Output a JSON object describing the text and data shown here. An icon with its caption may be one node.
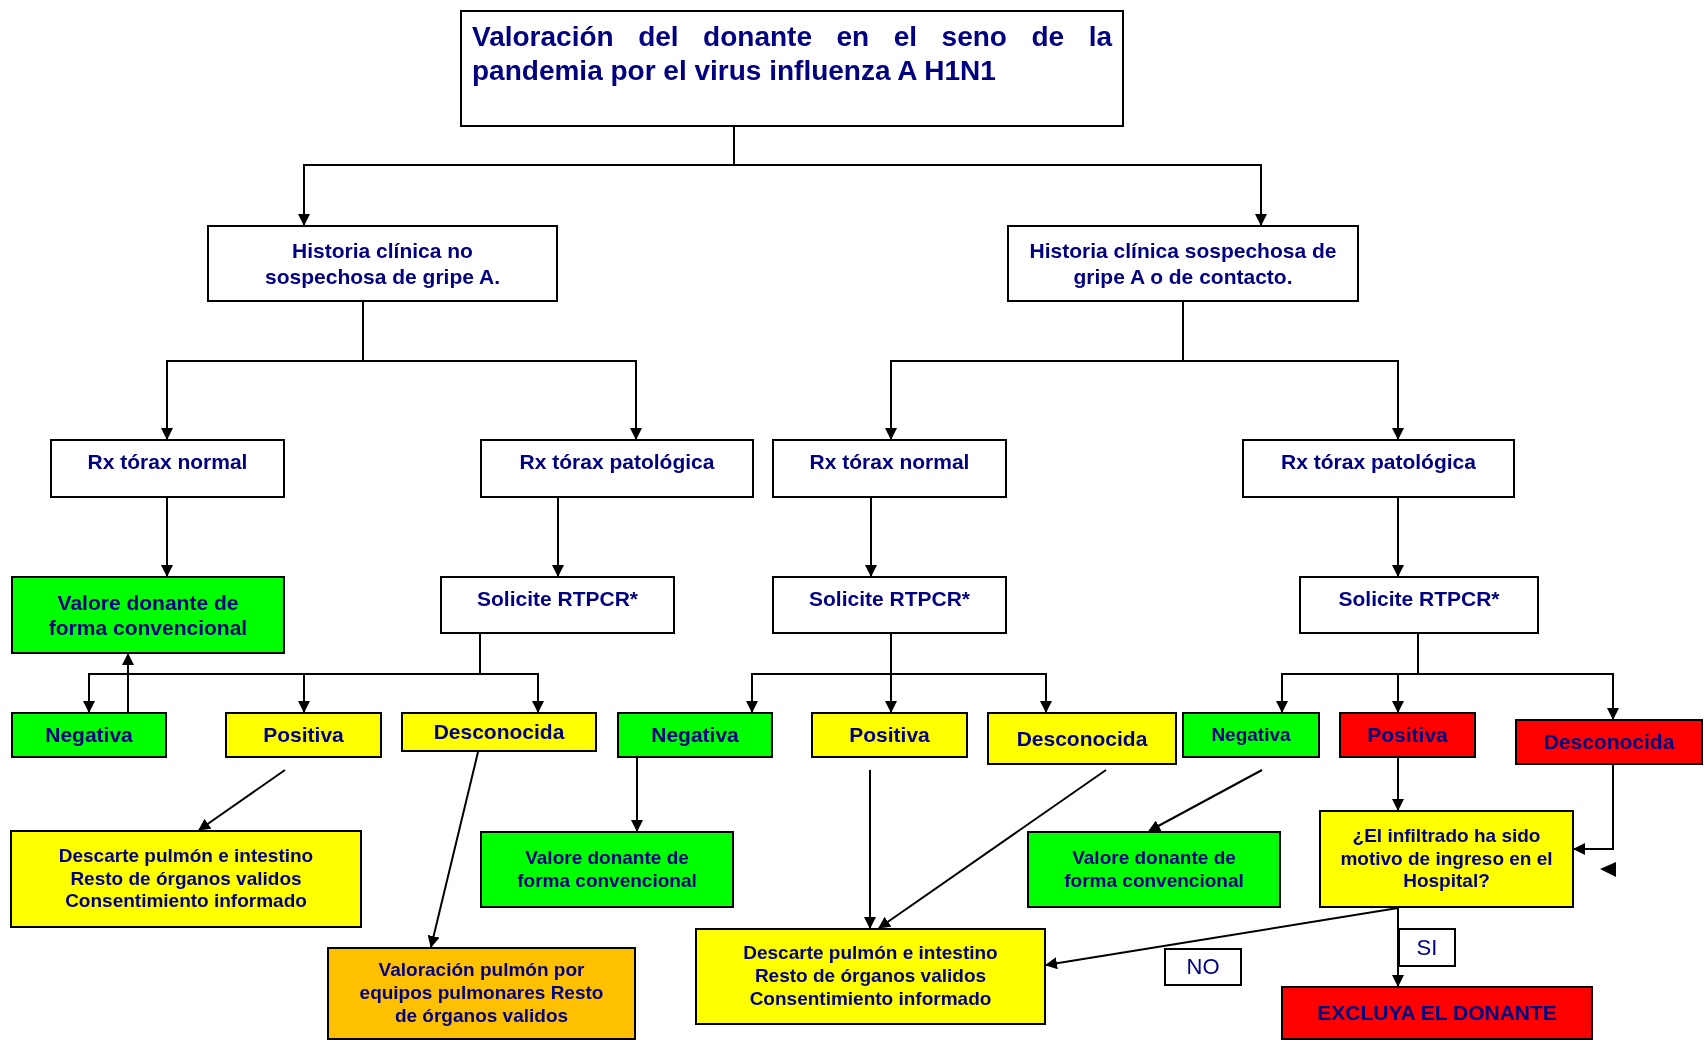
{
  "diagram": {
    "nodes": [
      {
        "text": [
          "Valoración del donante en el seno de la pandemia por el virus influenza A H1N1"
        ]
      },
      {
        "text": [
          "Historia clínica no sospechosa de gripe A."
        ]
      },
      {
        "text": [
          "Historia clínica sospechosa de gripe A o de contacto."
        ]
      },
      {
        "text": [
          "Rx tórax normal"
        ]
      },
      {
        "text": [
          "Rx tórax patológica"
        ]
      },
      {
        "text": [
          "Rx tórax normal"
        ]
      },
      {
        "text": [
          "Rx tórax patológica"
        ]
      },
      {
        "text": [
          "Valore donante de forma convencional"
        ]
      },
      {
        "text": [
          "Solicite RTPCR*"
        ]
      },
      {
        "text": [
          "Solicite RTPCR*"
        ]
      },
      {
        "text": [
          "Solicite RTPCR*"
        ]
      },
      {
        "text": [
          "Negativa"
        ]
      },
      {
        "text": [
          "Positiva"
        ]
      },
      {
        "text": [
          "Desconocida"
        ]
      },
      {
        "text": [
          "Negativa"
        ]
      },
      {
        "text": [
          "Positiva"
        ]
      },
      {
        "text": [
          "Desconocida"
        ]
      },
      {
        "text": [
          "Negativa"
        ]
      },
      {
        "text": [
          "Positiva"
        ]
      },
      {
        "text": [
          "Desconocida"
        ]
      },
      {
        "text": [
          "Descarte pulmón e intestino Resto de órganos validos Consentimiento informado"
        ]
      },
      {
        "text": [
          "Valoración pulmón por equipos pulmonares Resto de órganos validos"
        ]
      },
      {
        "text": [
          "Valore donante de forma convencional"
        ]
      },
      {
        "text": [
          "Descarte pulmón e intestino Resto de órganos validos Consentimiento informado"
        ]
      },
      {
        "text": [
          "Valore donante de forma convencional"
        ]
      },
      {
        "text": [
          "¿El infiltrado ha sido motivo de ingreso en el Hospital?"
        ]
      },
      {
        "text": [
          "EXCLUYA EL DONANTE"
        ]
      }
    ],
    "edges": [
      {
        "from": 0,
        "to": 1,
        "arrow": "to"
      },
      {
        "from": 0,
        "to": 2,
        "arrow": "to"
      },
      {
        "from": 1,
        "to": 3,
        "arrow": "to"
      },
      {
        "from": 1,
        "to": 4,
        "arrow": "to"
      },
      {
        "from": 2,
        "to": 5,
        "arrow": "to"
      },
      {
        "from": 2,
        "to": 6,
        "arrow": "to"
      },
      {
        "from": 3,
        "to": 7,
        "arrow": "to"
      },
      {
        "from": 4,
        "to": 8,
        "arrow": "to"
      },
      {
        "from": 5,
        "to": 9,
        "arrow": "to"
      },
      {
        "from": 6,
        "to": 10,
        "arrow": "to"
      },
      {
        "from": 8,
        "to": 11,
        "arrow": "to"
      },
      {
        "from": 8,
        "to": 12,
        "arrow": "to"
      },
      {
        "from": 8,
        "to": 13,
        "arrow": "to"
      },
      {
        "from": 11,
        "to": 7,
        "arrow": "to"
      },
      {
        "from": 9,
        "to": 14,
        "arrow": "to"
      },
      {
        "from": 9,
        "to": 15,
        "arrow": "to"
      },
      {
        "from": 9,
        "to": 16,
        "arrow": "to"
      },
      {
        "from": 10,
        "to": 17,
        "arrow": "to"
      },
      {
        "from": 10,
        "to": 18,
        "arrow": "to"
      },
      {
        "from": 10,
        "to": 19,
        "arrow": "to"
      },
      {
        "from": 12,
        "to": 20,
        "arrow": "to"
      },
      {
        "from": 13,
        "to": 21,
        "arrow": "to"
      },
      {
        "from": 14,
        "to": 22,
        "arrow": "to"
      },
      {
        "from": 15,
        "to": 23,
        "arrow": "to"
      },
      {
        "from": 16,
        "to": 23,
        "arrow": "to"
      },
      {
        "from": 17,
        "to": 24,
        "arrow": "to"
      },
      {
        "from": 18,
        "to": 25,
        "arrow": "to"
      },
      {
        "from": 19,
        "to": 25,
        "arrow": "to"
      },
      {
        "from": 25,
        "to": 23,
        "arrow": "to",
        "label": "NO"
      },
      {
        "from": 25,
        "to": 26,
        "arrow": "to",
        "label": "SI"
      }
    ]
  }
}
